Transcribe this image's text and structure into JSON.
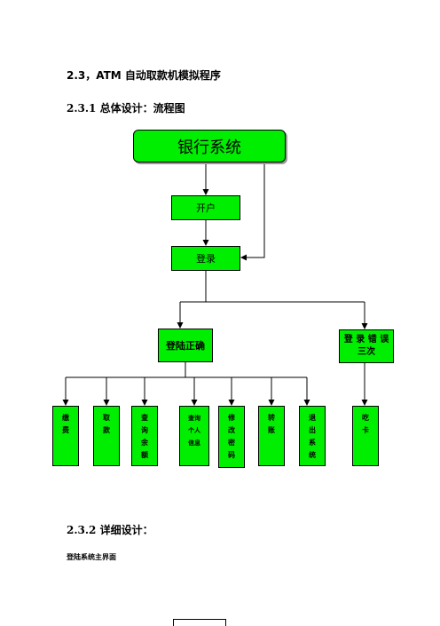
{
  "section_title": "2.3，ATM 自动取款机模拟程序",
  "subsection_overall": "2.3.1 总体设计：流程图",
  "subsection_detail": "2.3.2 详细设计：",
  "paragraph_login": "登陆系统主界面",
  "flowchart": {
    "root": "银行系统",
    "open_account": "开户",
    "login": "登录",
    "login_ok": "登陆正确",
    "login_error": "登 录 错 误 三次",
    "functions": [
      {
        "label": "缴费",
        "chars": [
          "缴",
          "费"
        ]
      },
      {
        "label": "取款",
        "chars": [
          "取",
          "款"
        ]
      },
      {
        "label": "查询余额",
        "chars": [
          "查",
          "询",
          "余",
          "额"
        ]
      },
      {
        "label": "查询个人信息",
        "chars": [
          "查询",
          "个人",
          "信息"
        ]
      },
      {
        "label": "修改密码",
        "chars": [
          "修",
          "改",
          "密",
          "码"
        ]
      },
      {
        "label": "转账",
        "chars": [
          "转",
          "账"
        ]
      },
      {
        "label": "退出系统",
        "chars": [
          "退",
          "出",
          "系",
          "统"
        ]
      }
    ],
    "error_action": {
      "label": "吃卡",
      "chars": [
        "吃",
        "卡"
      ]
    },
    "box_color": "#00ee00"
  }
}
